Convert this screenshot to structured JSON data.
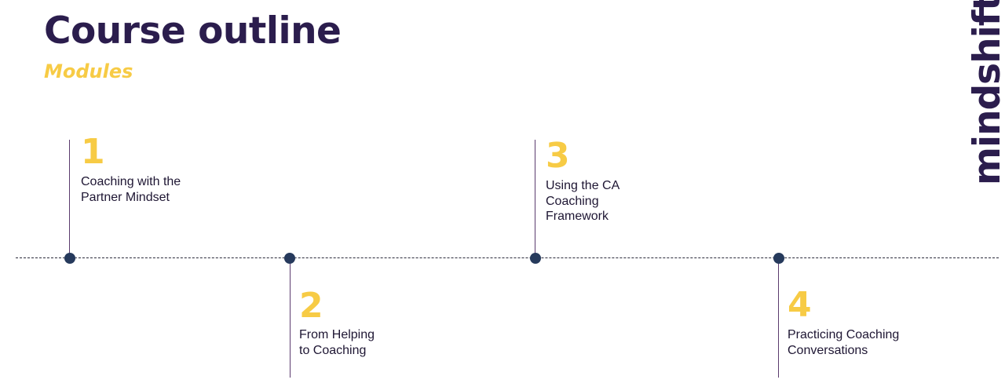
{
  "slide": {
    "title": "Course outline",
    "subtitle": "Modules",
    "brand": "mindshift"
  },
  "modules": [
    {
      "number": "1",
      "label_lines": [
        "Coaching with the",
        "Partner Mindset"
      ]
    },
    {
      "number": "2",
      "label_lines": [
        "From Helping",
        "to Coaching"
      ]
    },
    {
      "number": "3",
      "label_lines": [
        "Using the CA",
        "Coaching",
        "Framework"
      ]
    },
    {
      "number": "4",
      "label_lines": [
        "Practicing Coaching",
        "Conversations"
      ]
    }
  ],
  "colors": {
    "title": "#2b1d4d",
    "accent": "#f7cb45",
    "dot": "#263a5c",
    "stem": "#5b3b6e"
  }
}
